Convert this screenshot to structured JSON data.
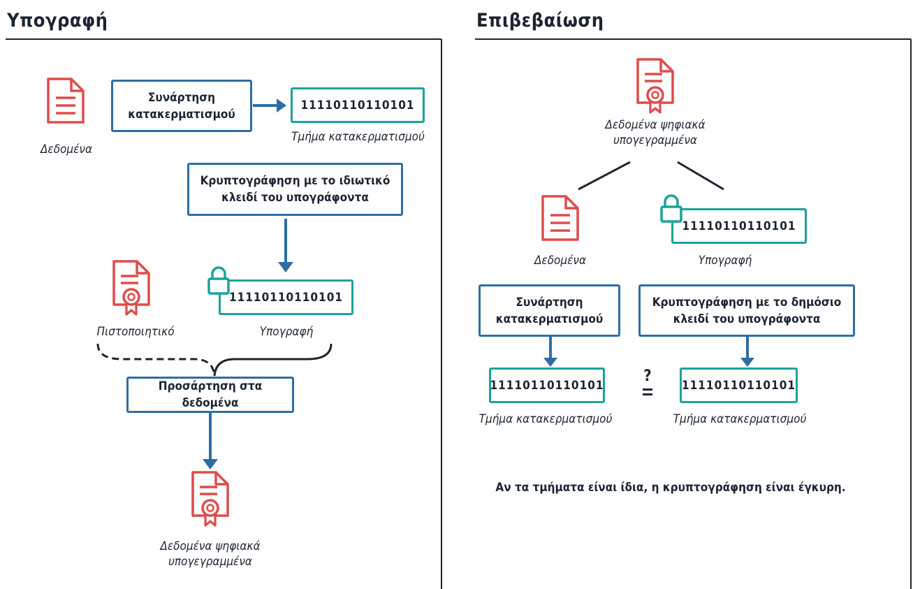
{
  "signing": {
    "title": "Υπογραφή",
    "data_label": "Δεδομένα",
    "hash_function": "Συνάρτηση κατακερματισμού",
    "hash_value": "11110110110101",
    "hash_label": "Τμήμα κατακερματισμού",
    "encrypt_private": "Κρυπτογράφηση με το ιδιωτικό κλειδί του υπογράφοντα",
    "signature_value": "11110110110101",
    "signature_label": "Υπογραφή",
    "certificate_label": "Πιστοποιητικό",
    "append": "Προσάρτηση στα δεδομένα",
    "signed_data_label": "Δεδομένα ψηφιακά υπογεγραμμένα"
  },
  "verification": {
    "title": "Επιβεβαίωση",
    "signed_data_label": "Δεδομένα ψηφιακά υπογεγραμμένα",
    "data_label": "Δεδομένα",
    "signature_value": "11110110110101",
    "signature_label": "Υπογραφή",
    "hash_function": "Συνάρτηση κατακερματισμού",
    "decrypt_public": "Κρυπτογράφηση με το δημόσιο κλειδί του υπογράφοντα",
    "hash_value_left": "11110110110101",
    "hash_value_right": "11110110110101",
    "hash_label_left": "Τμήμα κατακερματισμού",
    "hash_label_right": "Τμήμα κατακερματισμού",
    "compare_symbol": "?",
    "result_note": "Αν τα τμήματα είναι ίδια, η κρυπτογράφηση είναι έγκυρη."
  },
  "colors": {
    "blue": "#2e6da4",
    "green": "#1aa39a",
    "red": "#e04b4b",
    "dark": "#1b2431"
  },
  "icons": [
    "document-icon",
    "certificate-icon",
    "lock-icon",
    "arrow-icon"
  ]
}
